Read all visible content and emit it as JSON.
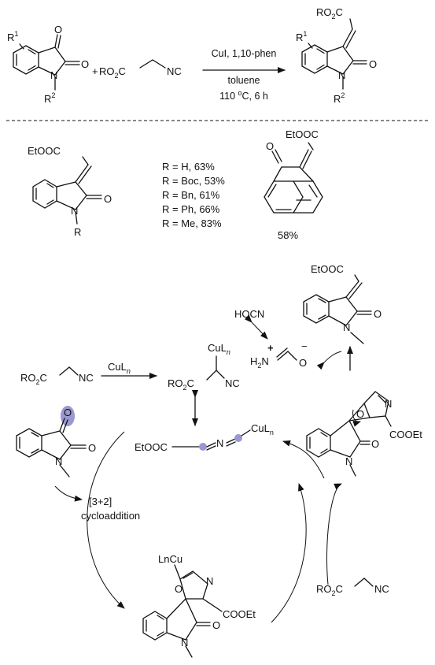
{
  "scheme_top": {
    "isatin_R1": "R",
    "isatin_R1_sup": "1",
    "isatin_R2": "R",
    "isatin_R2_sup": "2",
    "isatin_O3": "O",
    "isatin_O2": "O",
    "isatin_N": "N",
    "plus": "+",
    "isocyanide_ester_left": "RO",
    "isocyanide_ester_sub": "2",
    "isocyanide_ester_right": "C",
    "isocyanide_nc": "NC",
    "condition_catalyst": "CuI, 1,10-phen",
    "condition_solvent": "toluene",
    "condition_temp_a": "110 ",
    "condition_temp_sup": "o",
    "condition_temp_b": "C, 6 h",
    "product_ester_left": "RO",
    "product_ester_sub": "2",
    "product_ester_right": "C",
    "product_R1": "R",
    "product_R1_sup": "1",
    "product_R2": "R",
    "product_R2_sup": "2",
    "product_O": "O",
    "product_N": "N"
  },
  "examples": {
    "ester_label": "EtOOC",
    "O": "O",
    "N": "N",
    "R": "R",
    "yields": [
      "R = H, 63%",
      "R = Boc, 53%",
      "R = Bn, 61%",
      "R = Ph, 66%",
      "R = Me, 83%"
    ],
    "acenaphthene_ester": "EtOOC",
    "acenaphthene_O": "O",
    "acenaphthene_yield": "58%"
  },
  "mechanism": {
    "hocn": "HOCN",
    "product_ester": "EtOOC",
    "product_O": "O",
    "product_N": "N",
    "iminium_left": "H",
    "iminium_sub": "2",
    "iminium_N": "N",
    "iminium_plus": "+",
    "iminium_O": "O",
    "iminium_minus": "−",
    "reagent_left": "RO",
    "reagent_sub": "2",
    "reagent_right": "C",
    "reagent_nc": "NC",
    "cu_reagent": "CuL",
    "cu_reagent_n": "n",
    "cuL_top": "CuL",
    "cuL_top_n": "n",
    "cu_adduct_ester_left": "RO",
    "cu_adduct_ester_sub": "2",
    "cu_adduct_ester_right": "C",
    "cu_adduct_nc": "NC",
    "ketenimine_ester": "EtOOC",
    "ketenimine_N": "N",
    "ketenimine_cu": "CuL",
    "ketenimine_cu_sub": "n",
    "isatin_O3": "O",
    "isatin_O2": "O",
    "isatin_N": "N",
    "cycloaddition_line1": "[3+2]",
    "cycloaddition_line2": "cycloaddition",
    "spiro_right_O": "O",
    "spiro_right_N": "N",
    "spiro_right_ester": "COOEt",
    "spiro_right_lactam_O": "O",
    "spiro_right_lactam_N": "N",
    "spiro_bottom_cu": "LnCu",
    "spiro_bottom_N": "N",
    "spiro_bottom_O": "O",
    "spiro_bottom_ester": "COOEt",
    "spiro_bottom_lactam_O": "O",
    "spiro_bottom_lactam_N": "N",
    "bottom_reagent_left": "RO",
    "bottom_reagent_sub": "2",
    "bottom_reagent_right": "C",
    "bottom_reagent_nc": "NC"
  },
  "colors": {
    "highlight": "#9a98d0",
    "ink": "#111111"
  }
}
